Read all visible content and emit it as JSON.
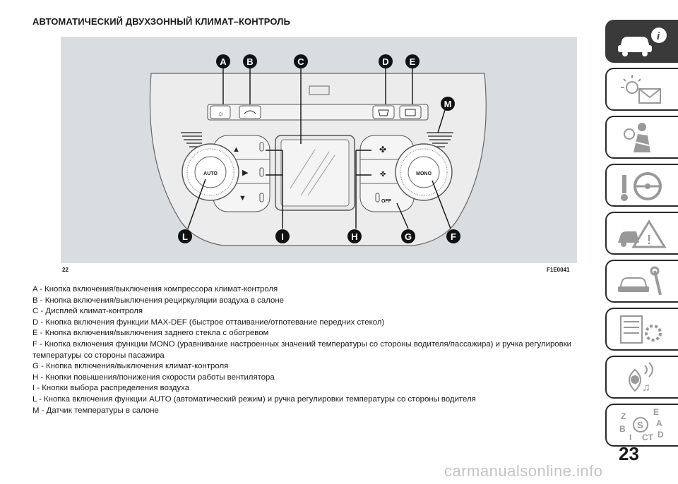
{
  "title": "АВТОМАТИЧЕСКИЙ ДВУХЗОННЫЙ КЛИМАТ–КОНТРОЛЬ",
  "figure": {
    "number": "22",
    "code": "F1E0041",
    "labels": {
      "A": "A",
      "B": "B",
      "C": "C",
      "D": "D",
      "E": "E",
      "M": "M",
      "L": "L",
      "I": "I",
      "H": "H",
      "G": "G",
      "F": "F"
    },
    "knob_left": "AUTO",
    "knob_right": "MONO",
    "off_button": "OFF"
  },
  "legend": [
    "A - Кнопка включения/выключения компрессора климат-контроля",
    "B - Кнопка включения/выключения рециркуляции воздуха в салоне",
    "C - Дисплей климат-контроля",
    "D - Кнопка включения функции MAX-DEF (быстрое оттаивание/отпотевание передних стекол)",
    "E - Кнопка включения/выключения заднего стекла с обогревом",
    "F - Кнопка включения функции MONO (уравнивание настроенных значений температуры со стороны водителя/пассажира) и ручка регулировки температуры со стороны пасажира",
    "G - Кнопка включения/выключения климат-контроля",
    "H - Кнопки повышения/понижения скорости работы вентилятора",
    "I - Кнопки выбора распределения воздуха",
    "L - Кнопка включения функции AUTO (автоматический режим) и ручка регулировки температуры со стороны водителя",
    "M - Датчик температуры в салоне"
  ],
  "sidebar": {
    "icons": [
      "car-info-icon",
      "warning-lights-icon",
      "airbag-seatbelt-icon",
      "steering-wheel-icon",
      "car-breakdown-icon",
      "car-service-icon",
      "specifications-icon",
      "multimedia-icon",
      "index-icon"
    ]
  },
  "page_number": "23",
  "watermark": "carmanualsonline.info"
}
